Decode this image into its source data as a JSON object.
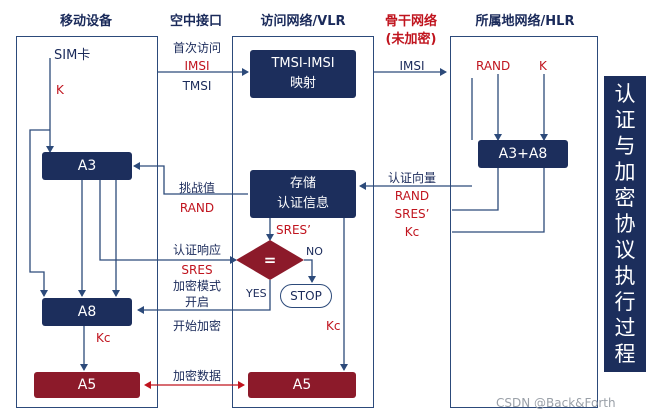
{
  "columns": {
    "mobile": "移动设备",
    "air": "空中接口",
    "vlr": "访问网络/VLR",
    "backbone_line1": "骨干网络",
    "backbone_line2": "(未加密)",
    "hlr": "所属地网络/HLR"
  },
  "mobile": {
    "sim": "SIM卡",
    "k": "K",
    "a3": "A3",
    "a8": "A8",
    "kc": "Kc",
    "a5": "A5"
  },
  "air": {
    "first_access": "首次访问",
    "imsi": "IMSI",
    "tmsi": "TMSI",
    "challenge": "挑战值",
    "rand": "RAND",
    "auth_response": "认证响应",
    "sres": "SRES",
    "cipher_mode_line1": "加密模式",
    "cipher_mode_line2": "开启",
    "start_encrypt": "开始加密",
    "encrypted_data": "加密数据"
  },
  "vlr": {
    "mapping_line1": "TMSI-IMSI",
    "mapping_line2": "映射",
    "store_line1": "存储",
    "store_line2": "认证信息",
    "sres_prime": "SRES’",
    "equals": "=",
    "no": "NO",
    "yes": "YES",
    "stop": "STOP",
    "kc": "Kc",
    "a5": "A5"
  },
  "backbone": {
    "imsi": "IMSI",
    "auth_vector": "认证向量",
    "rand": "RAND",
    "sres_prime": "SRES’",
    "kc": "Kc"
  },
  "hlr": {
    "rand": "RAND",
    "k": "K",
    "a3a8": "A3+A8"
  },
  "banner": "认证与加密协议执行过程",
  "watermark": "CSDN @Back&Forth",
  "colors": {
    "navy": "#1c2e5c",
    "maroon": "#8c1a2a",
    "red_text": "#c0141e",
    "line": "#2c4a7a"
  }
}
